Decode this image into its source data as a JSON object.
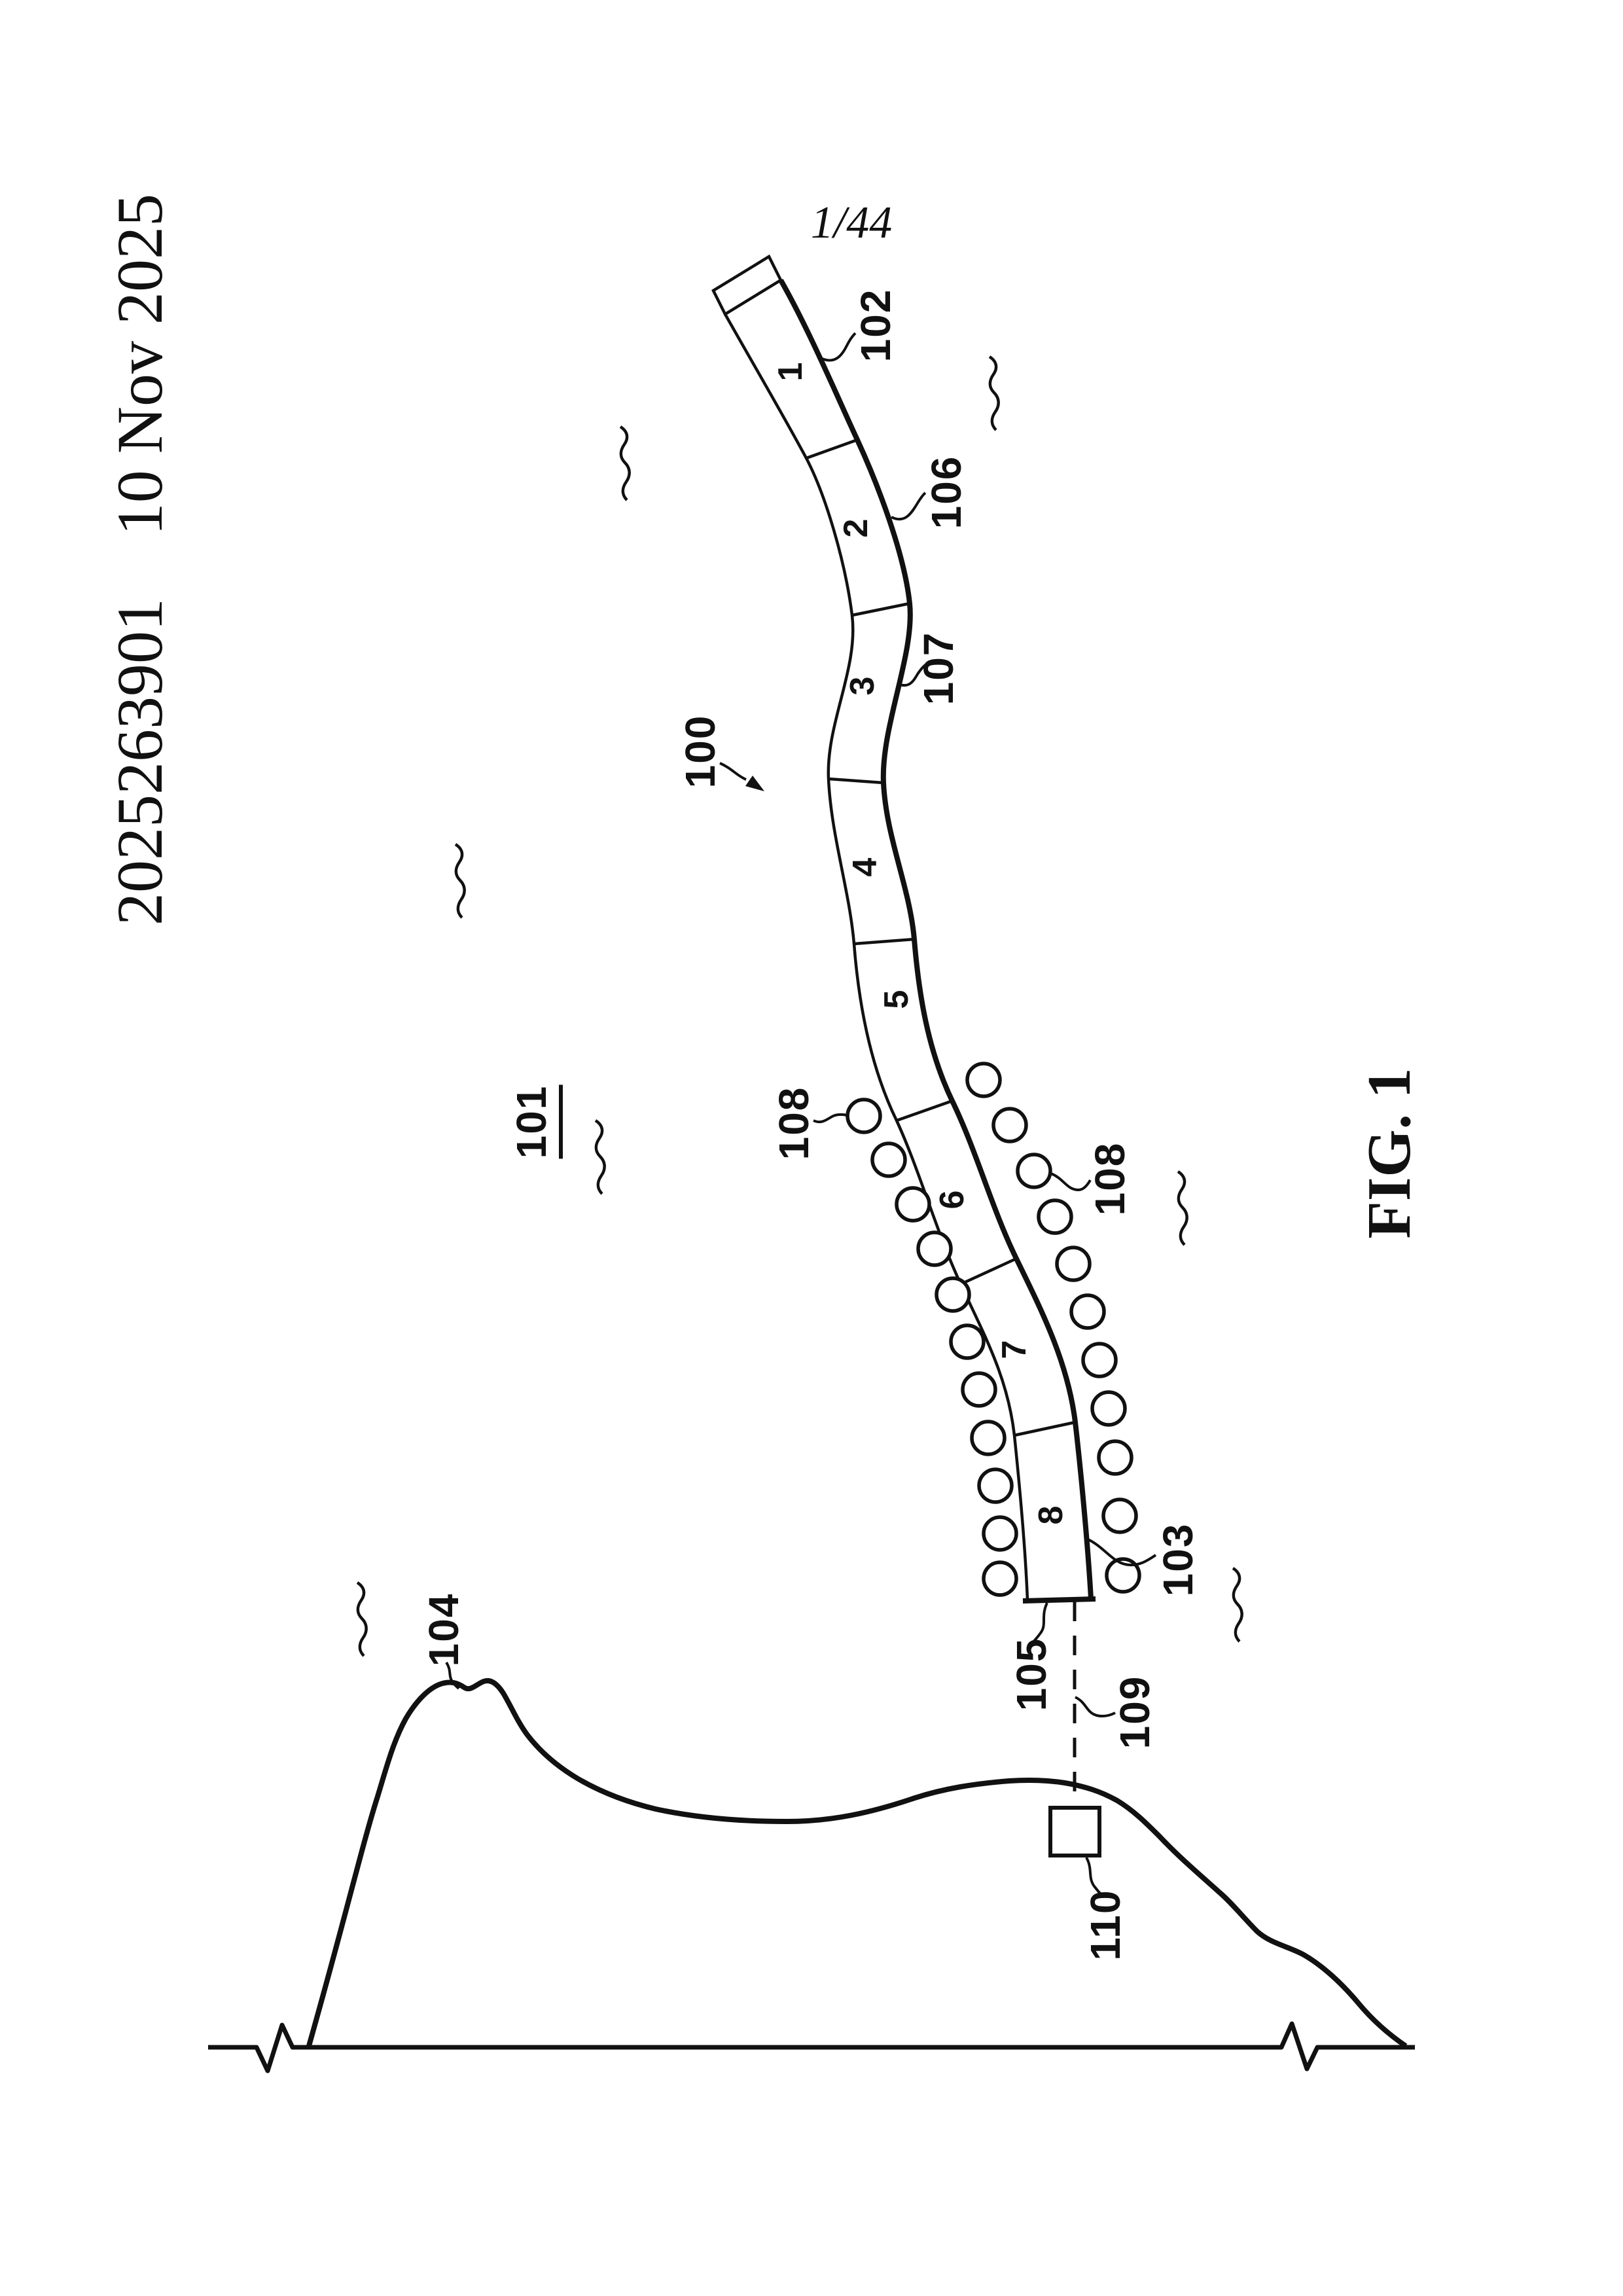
{
  "sheet": {
    "page_indicator": "1/44",
    "application_number": "2025263901",
    "publication_date": "10 Nov 2025",
    "figure_caption": "FIG. 1"
  },
  "figure": {
    "segments": {
      "s1": "1",
      "s2": "2",
      "s3": "3",
      "s4": "4",
      "s5": "5",
      "s6": "6",
      "s7": "7",
      "s8": "8"
    },
    "refs": {
      "r100": "100",
      "r101": "101",
      "r102": "102",
      "r103": "103",
      "r104": "104",
      "r105": "105",
      "r106": "106",
      "r107": "107",
      "r108a": "108",
      "r108b": "108",
      "r109": "109",
      "r110": "110"
    }
  },
  "colors": {
    "ink": "#111111",
    "paper": "#ffffff"
  }
}
